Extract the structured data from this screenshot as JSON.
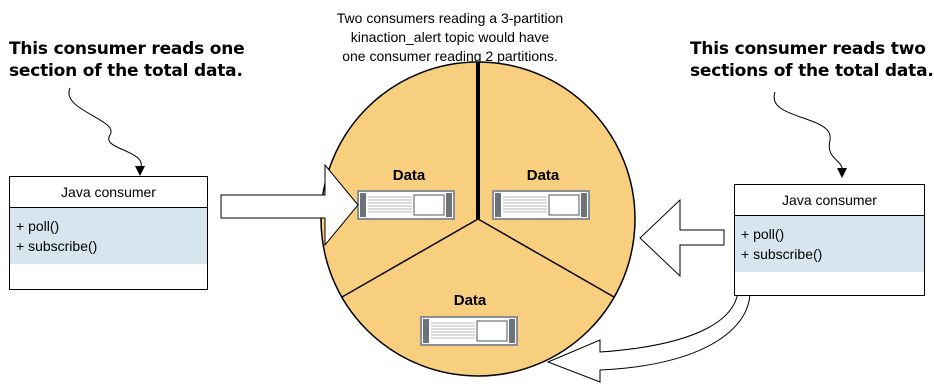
{
  "caption": {
    "line1": "Two consumers reading a 3-partition",
    "line2": "kinaction_alert topic would have",
    "line3": "one consumer reading 2 partitions."
  },
  "left_note": {
    "line1": "This consumer reads one",
    "line2": "section of the total data."
  },
  "right_note": {
    "line1": "This consumer reads two",
    "line2": "sections of the total data."
  },
  "consumers": [
    {
      "title": "Java consumer",
      "methods": [
        "+ poll()",
        "+ subscribe()"
      ]
    },
    {
      "title": "Java consumer",
      "methods": [
        "+ poll()",
        "+ subscribe()"
      ]
    }
  ],
  "partitions": [
    {
      "label": "Data"
    },
    {
      "label": "Data"
    },
    {
      "label": "Data"
    }
  ],
  "colors": {
    "circle_fill": "#f8cf7f",
    "consumer_body": "#d7e6ee",
    "server_frame": "#8a8f96"
  }
}
